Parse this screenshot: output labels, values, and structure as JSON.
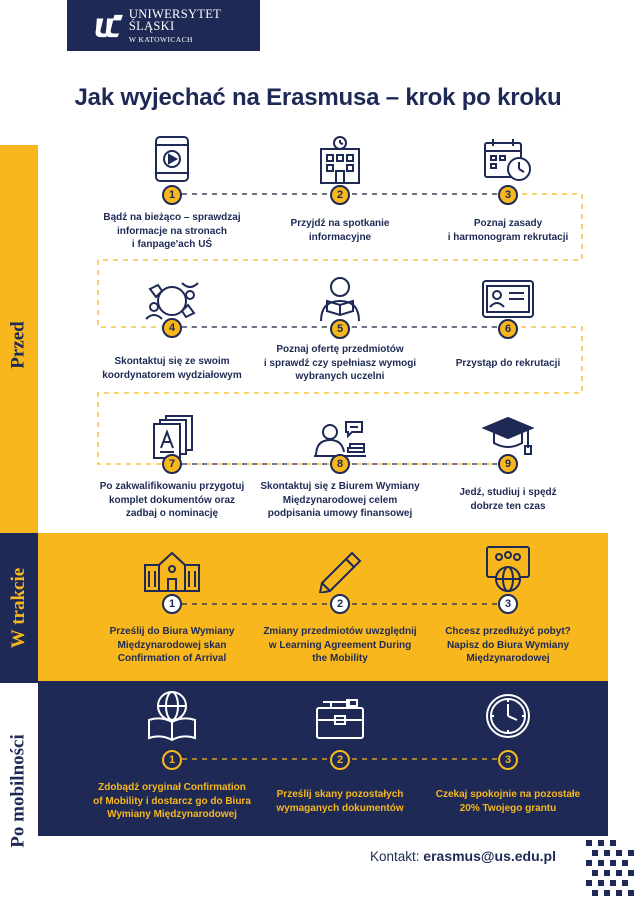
{
  "logo": {
    "line1": "UNIWERSYTET ŚLĄSKI",
    "line2": "W KATOWICACH"
  },
  "title": "Jak wyjechać na Erasmusa – krok po kroku",
  "tabs": {
    "before": "Przed",
    "during": "W trakcie",
    "after": "Po mobilności"
  },
  "before_steps": [
    {
      "num": "1",
      "icon": "tablet-video-icon",
      "label": "Bądź na bieżąco – sprawdzaj\ninformacje na stronach\ni fanpage'ach UŚ"
    },
    {
      "num": "2",
      "icon": "building-icon",
      "label": "Przyjdź na spotkanie\ninformacyjne"
    },
    {
      "num": "3",
      "icon": "calendar-clock-icon",
      "label": "Poznaj zasady\ni harmonogram rekrutacji"
    },
    {
      "num": "4",
      "icon": "people-exchange-icon",
      "label": "Skontaktuj się ze swoim\nkoordynatorem wydziałowym"
    },
    {
      "num": "5",
      "icon": "reader-icon",
      "label": "Poznaj ofertę przedmiotów\ni sprawdź czy spełniasz wymogi\nwybranych uczelni"
    },
    {
      "num": "6",
      "icon": "id-card-icon",
      "label": "Przystąp do rekrutacji"
    },
    {
      "num": "7",
      "icon": "documents-icon",
      "label": "Po zakwalifikowaniu przygotuj\nkomplet dokumentów oraz\nzadbaj o nominację"
    },
    {
      "num": "8",
      "icon": "person-desk-icon",
      "label": "Skontaktuj się z Biurem Wymiany\nMiędzynarodowej celem\npodpisania umowy finansowej"
    },
    {
      "num": "9",
      "icon": "graduation-cap-icon",
      "label": "Jedź, studiuj i spędź\ndobrze ten czas"
    }
  ],
  "during_steps": [
    {
      "num": "1",
      "icon": "university-building-icon",
      "label": "Prześlij do Biura Wymiany\nMiędzynarodowej skan\nConfirmation of Arrival"
    },
    {
      "num": "2",
      "icon": "pencil-icon",
      "label": "Zmiany przedmiotów uwzględnij\nw Learning Agreement During\nthe Mobility"
    },
    {
      "num": "3",
      "icon": "globe-screen-icon",
      "label": "Chcesz przedłużyć pobyt?\nNapisz do Biura Wymiany\nMiędzynarodowej"
    }
  ],
  "after_steps": [
    {
      "num": "1",
      "icon": "book-globe-icon",
      "label": "Zdobądź oryginał Confirmation\nof Mobility i dostarcz go do Biura\nWymiany Międzynarodowej"
    },
    {
      "num": "2",
      "icon": "briefcase-icon",
      "label": "Prześlij skany pozostałych\nwymaganych dokumentów"
    },
    {
      "num": "3",
      "icon": "clock-icon",
      "label": "Czekaj spokojnie na pozostałe\n20% Twojego grantu"
    }
  ],
  "contact": {
    "prefix": "Kontakt:",
    "email": "erasmus@us.edu.pl"
  },
  "colors": {
    "navy": "#1e2a55",
    "yellow": "#f7b71d",
    "white": "#ffffff"
  }
}
